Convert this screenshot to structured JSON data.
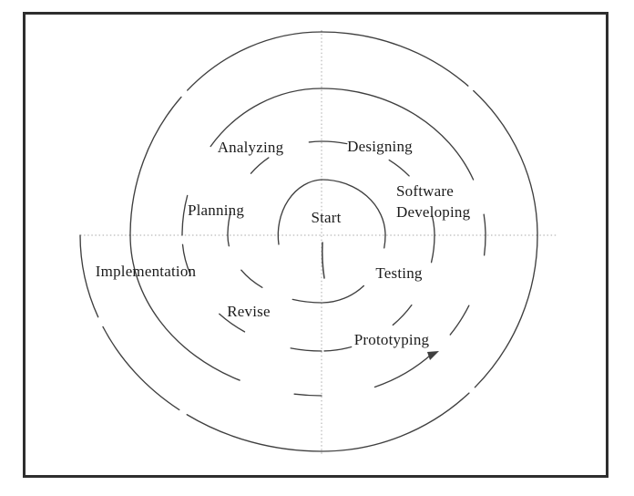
{
  "diagram": {
    "type": "spiral-model",
    "labels": {
      "start": "Start",
      "planning": "Planning",
      "analyzing": "Analyzing",
      "designing": "Designing",
      "software_developing_line1": "Software",
      "software_developing_line2": "Developing",
      "testing": "Testing",
      "prototyping": "Prototyping",
      "revise": "Revise",
      "implementation": "Implementation"
    },
    "colors": {
      "ink": "#3f3f3f",
      "text": "#1c1c1c",
      "crosshair": "#a9a9a9",
      "border": "#2e2e2e",
      "background": "#ffffff"
    }
  }
}
